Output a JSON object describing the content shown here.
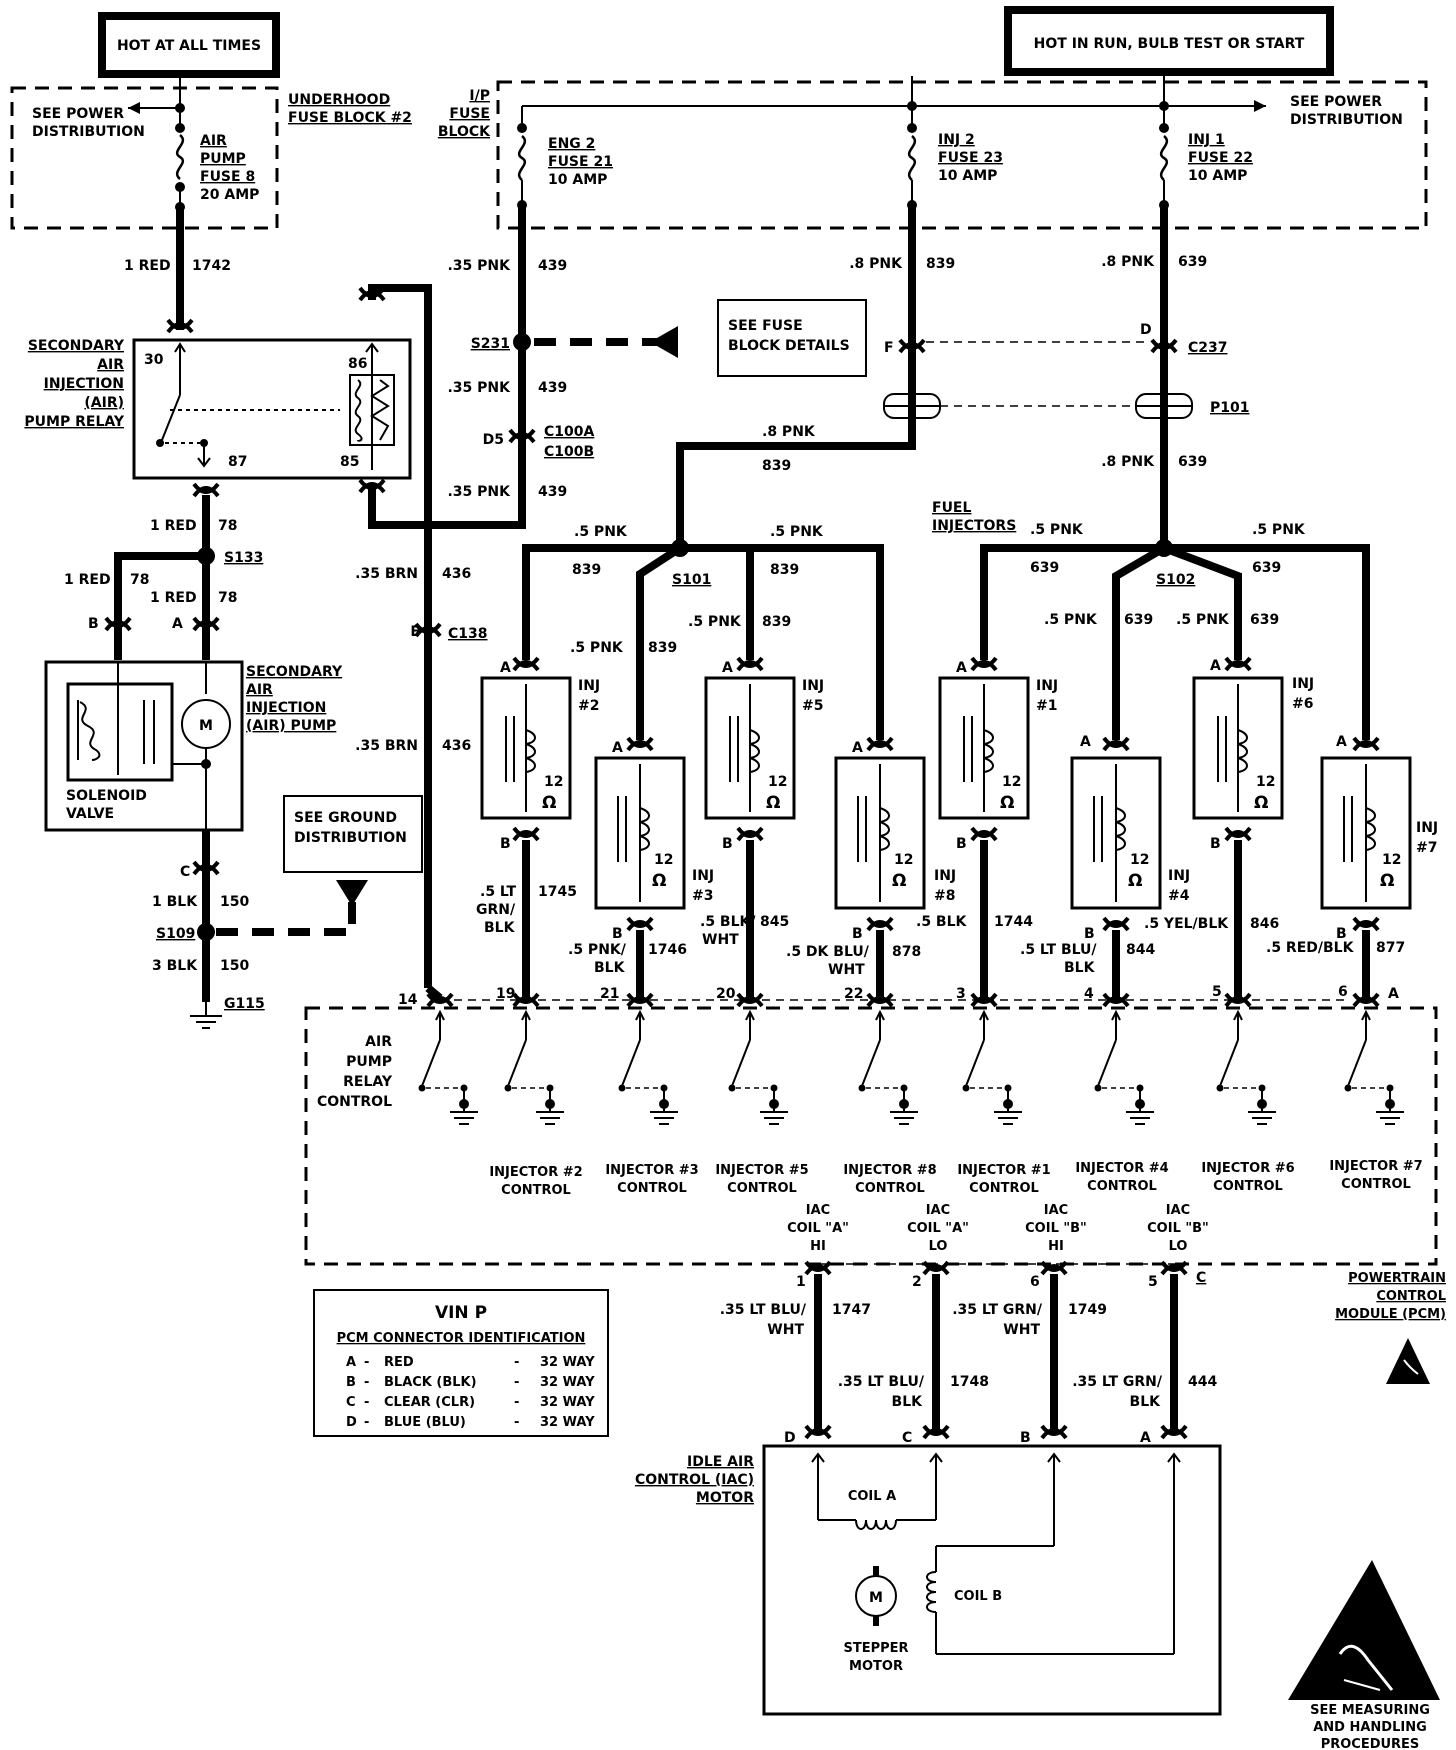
{
  "headers": {
    "hot_at_all_times": "HOT AT ALL TIMES",
    "hot_in_run": "HOT IN RUN, BULB TEST OR START"
  },
  "left": {
    "see_power": "SEE POWER",
    "distribution": "DISTRIBUTION",
    "underhood1": "UNDERHOOD",
    "underhood2": "FUSE BLOCK #2",
    "air": "AIR",
    "pump": "PUMP",
    "fuse8": "FUSE 8",
    "amp20": "20 AMP",
    "w1742_gauge": "1 RED",
    "w1742_num": "1742",
    "relay1": "SECONDARY",
    "relay2": "AIR",
    "relay3": "INJECTION",
    "relay4": "(AIR)",
    "relay5": "PUMP RELAY",
    "t30": "30",
    "t86": "86",
    "t87": "87",
    "t85": "85",
    "w78a_g": "1 RED",
    "w78a_n": "78",
    "s133": "S133",
    "w78b_g": "1 RED",
    "w78b_n": "78",
    "w78c_g": "1 RED",
    "w78c_n": "78",
    "pinB": "B",
    "pinA": "A",
    "pump1": "SECONDARY",
    "pump2": "AIR",
    "pump3": "INJECTION",
    "pump4": "(AIR) PUMP",
    "motor": "M",
    "solenoid1": "SOLENOID",
    "solenoid2": "VALVE",
    "pinC": "C",
    "w150a_g": "1 BLK",
    "w150a_n": "150",
    "s109": "S109",
    "w150b_g": "3 BLK",
    "w150b_n": "150",
    "g115": "G115",
    "see_ground1": "SEE GROUND",
    "see_ground2": "DISTRIBUTION",
    "w436a_g": ".35 BRN",
    "w436a_n": "436",
    "c138_pin": "E",
    "c138": "C138",
    "w436b_g": ".35 BRN",
    "w436b_n": "436"
  },
  "fuse": {
    "ip1": "I/P",
    "ip2": "FUSE",
    "ip3": "BLOCK",
    "eng2": "ENG 2",
    "fuse21": "FUSE 21",
    "amp10a": "10 AMP",
    "inj2": "INJ 2",
    "fuse23": "FUSE 23",
    "amp10b": "10 AMP",
    "inj1": "INJ 1",
    "fuse22": "FUSE 22",
    "amp10c": "10 AMP",
    "see_power": "SEE POWER",
    "distribution": "DISTRIBUTION",
    "w439a_g": ".35 PNK",
    "w439a_n": "439",
    "s231": "S231",
    "see_fuse1": "SEE FUSE",
    "see_fuse2": "BLOCK DETAILS",
    "w439b_g": ".35 PNK",
    "w439b_n": "439",
    "d5": "D5",
    "c100a": "C100A",
    "c100b": "C100B",
    "w439c_g": ".35 PNK",
    "w439c_n": "439",
    "w839a_g": ".8 PNK",
    "w839a_n": "839",
    "w639a_g": ".8 PNK",
    "w639a_n": "639",
    "pinF": "F",
    "pinD": "D",
    "c237": "C237",
    "p101": "P101",
    "w839b_g": ".8 PNK",
    "w839b_n": "839",
    "w639b_g": ".8 PNK",
    "w639b_n": "639",
    "fuel1": "FUEL",
    "fuel2": "INJECTORS"
  },
  "injectors": {
    "s101": "S101",
    "s102": "S102",
    "g5pnk": ".5 PNK",
    "n839": "839",
    "n639": "639",
    "inj_word": "INJ",
    "i2": "#2",
    "i3": "#3",
    "i5": "#5",
    "i8": "#8",
    "i1": "#1",
    "i4": "#4",
    "i6": "#6",
    "i7": "#7",
    "ohm12": "12",
    "omega": "Ω",
    "pinA": "A",
    "pinB": "B",
    "w1745_g1": ".5 LT",
    "w1745_g2": "GRN/",
    "w1745_g3": "BLK",
    "w1745_n": "1745",
    "w1746_g1": ".5 PNK/",
    "w1746_g2": "BLK",
    "w1746_n": "1746",
    "w845_g1": ".5 BLK/",
    "w845_g2": "WHT",
    "w845_n": "845",
    "w878_g1": ".5 DK BLU/",
    "w878_g2": "WHT",
    "w878_n": "878",
    "w1744_g": ".5 BLK",
    "w1744_n": "1744",
    "w844_g1": ".5 LT BLU/",
    "w844_g2": "BLK",
    "w844_n": "844",
    "w846_g": ".5 YEL/BLK",
    "w846_n": "846",
    "w877_g": ".5 RED/BLK",
    "w877_n": "877"
  },
  "pcm": {
    "p14": "14",
    "p19": "19",
    "p21": "21",
    "p20": "20",
    "p22": "22",
    "p3": "3",
    "p4": "4",
    "p5": "5",
    "p6": "6",
    "conn_a": "A",
    "air1": "AIR",
    "air2": "PUMP",
    "air3": "RELAY",
    "air4": "CONTROL",
    "injector_word": "INJECTOR",
    "control": "CONTROL",
    "c2": "INJECTOR #2",
    "c3": "INJECTOR #3",
    "c5": "INJECTOR #5",
    "c8": "INJECTOR #8",
    "c1": "INJECTOR #1",
    "c4": "INJECTOR #4",
    "c6": "INJECTOR #6",
    "c7": "INJECTOR #7",
    "iac": "IAC",
    "coil_a": "COIL \"A\"",
    "coil_b": "COIL \"B\"",
    "hi": "HI",
    "lo": "LO",
    "p1": "1",
    "p2": "2",
    "p6b": "6",
    "p5b": "5",
    "conn_c": "C",
    "pcm1": "POWERTRAIN",
    "pcm2": "CONTROL",
    "pcm3": "MODULE (PCM)"
  },
  "vin": {
    "title": "VIN P",
    "subtitle": "PCM CONNECTOR IDENTIFICATION",
    "rows": [
      {
        "l": "A",
        "c": "RED",
        "w": "32 WAY"
      },
      {
        "l": "B",
        "c": "BLACK (BLK)",
        "w": "32 WAY"
      },
      {
        "l": "C",
        "c": "CLEAR (CLR)",
        "w": "32 WAY"
      },
      {
        "l": "D",
        "c": "BLUE (BLU)",
        "w": "32 WAY"
      }
    ]
  },
  "iac": {
    "w1747_g1": ".35 LT BLU/",
    "w1747_g2": "WHT",
    "w1747_n": "1747",
    "w1748_g1": ".35 LT BLU/",
    "w1748_g2": "BLK",
    "w1748_n": "1748",
    "w1749_g1": ".35 LT GRN/",
    "w1749_g2": "WHT",
    "w1749_n": "1749",
    "w444_g1": ".35 LT GRN/",
    "w444_g2": "BLK",
    "w444_n": "444",
    "pinD": "D",
    "pinC": "C",
    "pinB": "B",
    "pinA": "A",
    "motor1": "IDLE AIR",
    "motor2": "CONTROL (IAC)",
    "motor3": "MOTOR",
    "coil_a": "COIL A",
    "coil_b": "COIL B",
    "m": "M",
    "stepper1": "STEPPER",
    "stepper2": "MOTOR",
    "see1": "SEE MEASURING",
    "see2": "AND HANDLING",
    "see3": "PROCEDURES"
  }
}
